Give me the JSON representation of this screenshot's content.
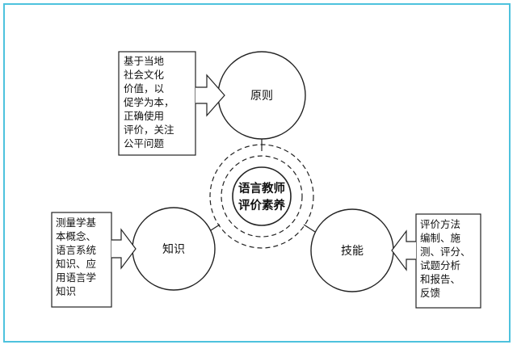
{
  "center": {
    "lines": [
      "语言教师",
      "评价素养"
    ]
  },
  "nodes": {
    "principle": {
      "label": "原则"
    },
    "knowledge": {
      "label": "知识"
    },
    "skills": {
      "label": "技能"
    }
  },
  "boxes": {
    "principle": {
      "lines": [
        "基于当地",
        "社会文化",
        "价值，以",
        "促学为本，",
        "正确使用",
        "评价，关注",
        "公平问题"
      ]
    },
    "knowledge": {
      "lines": [
        "测量学基",
        "本概念、",
        "语言系统",
        "知识、应",
        "用语言学",
        "知识"
      ]
    },
    "skills": {
      "lines": [
        "评价方法",
        "编制、施",
        "测、评分、",
        "试题分析",
        "和报告、",
        "反馈"
      ]
    }
  },
  "colors": {
    "frame": "#4ec2dd",
    "stroke": "#222222"
  }
}
